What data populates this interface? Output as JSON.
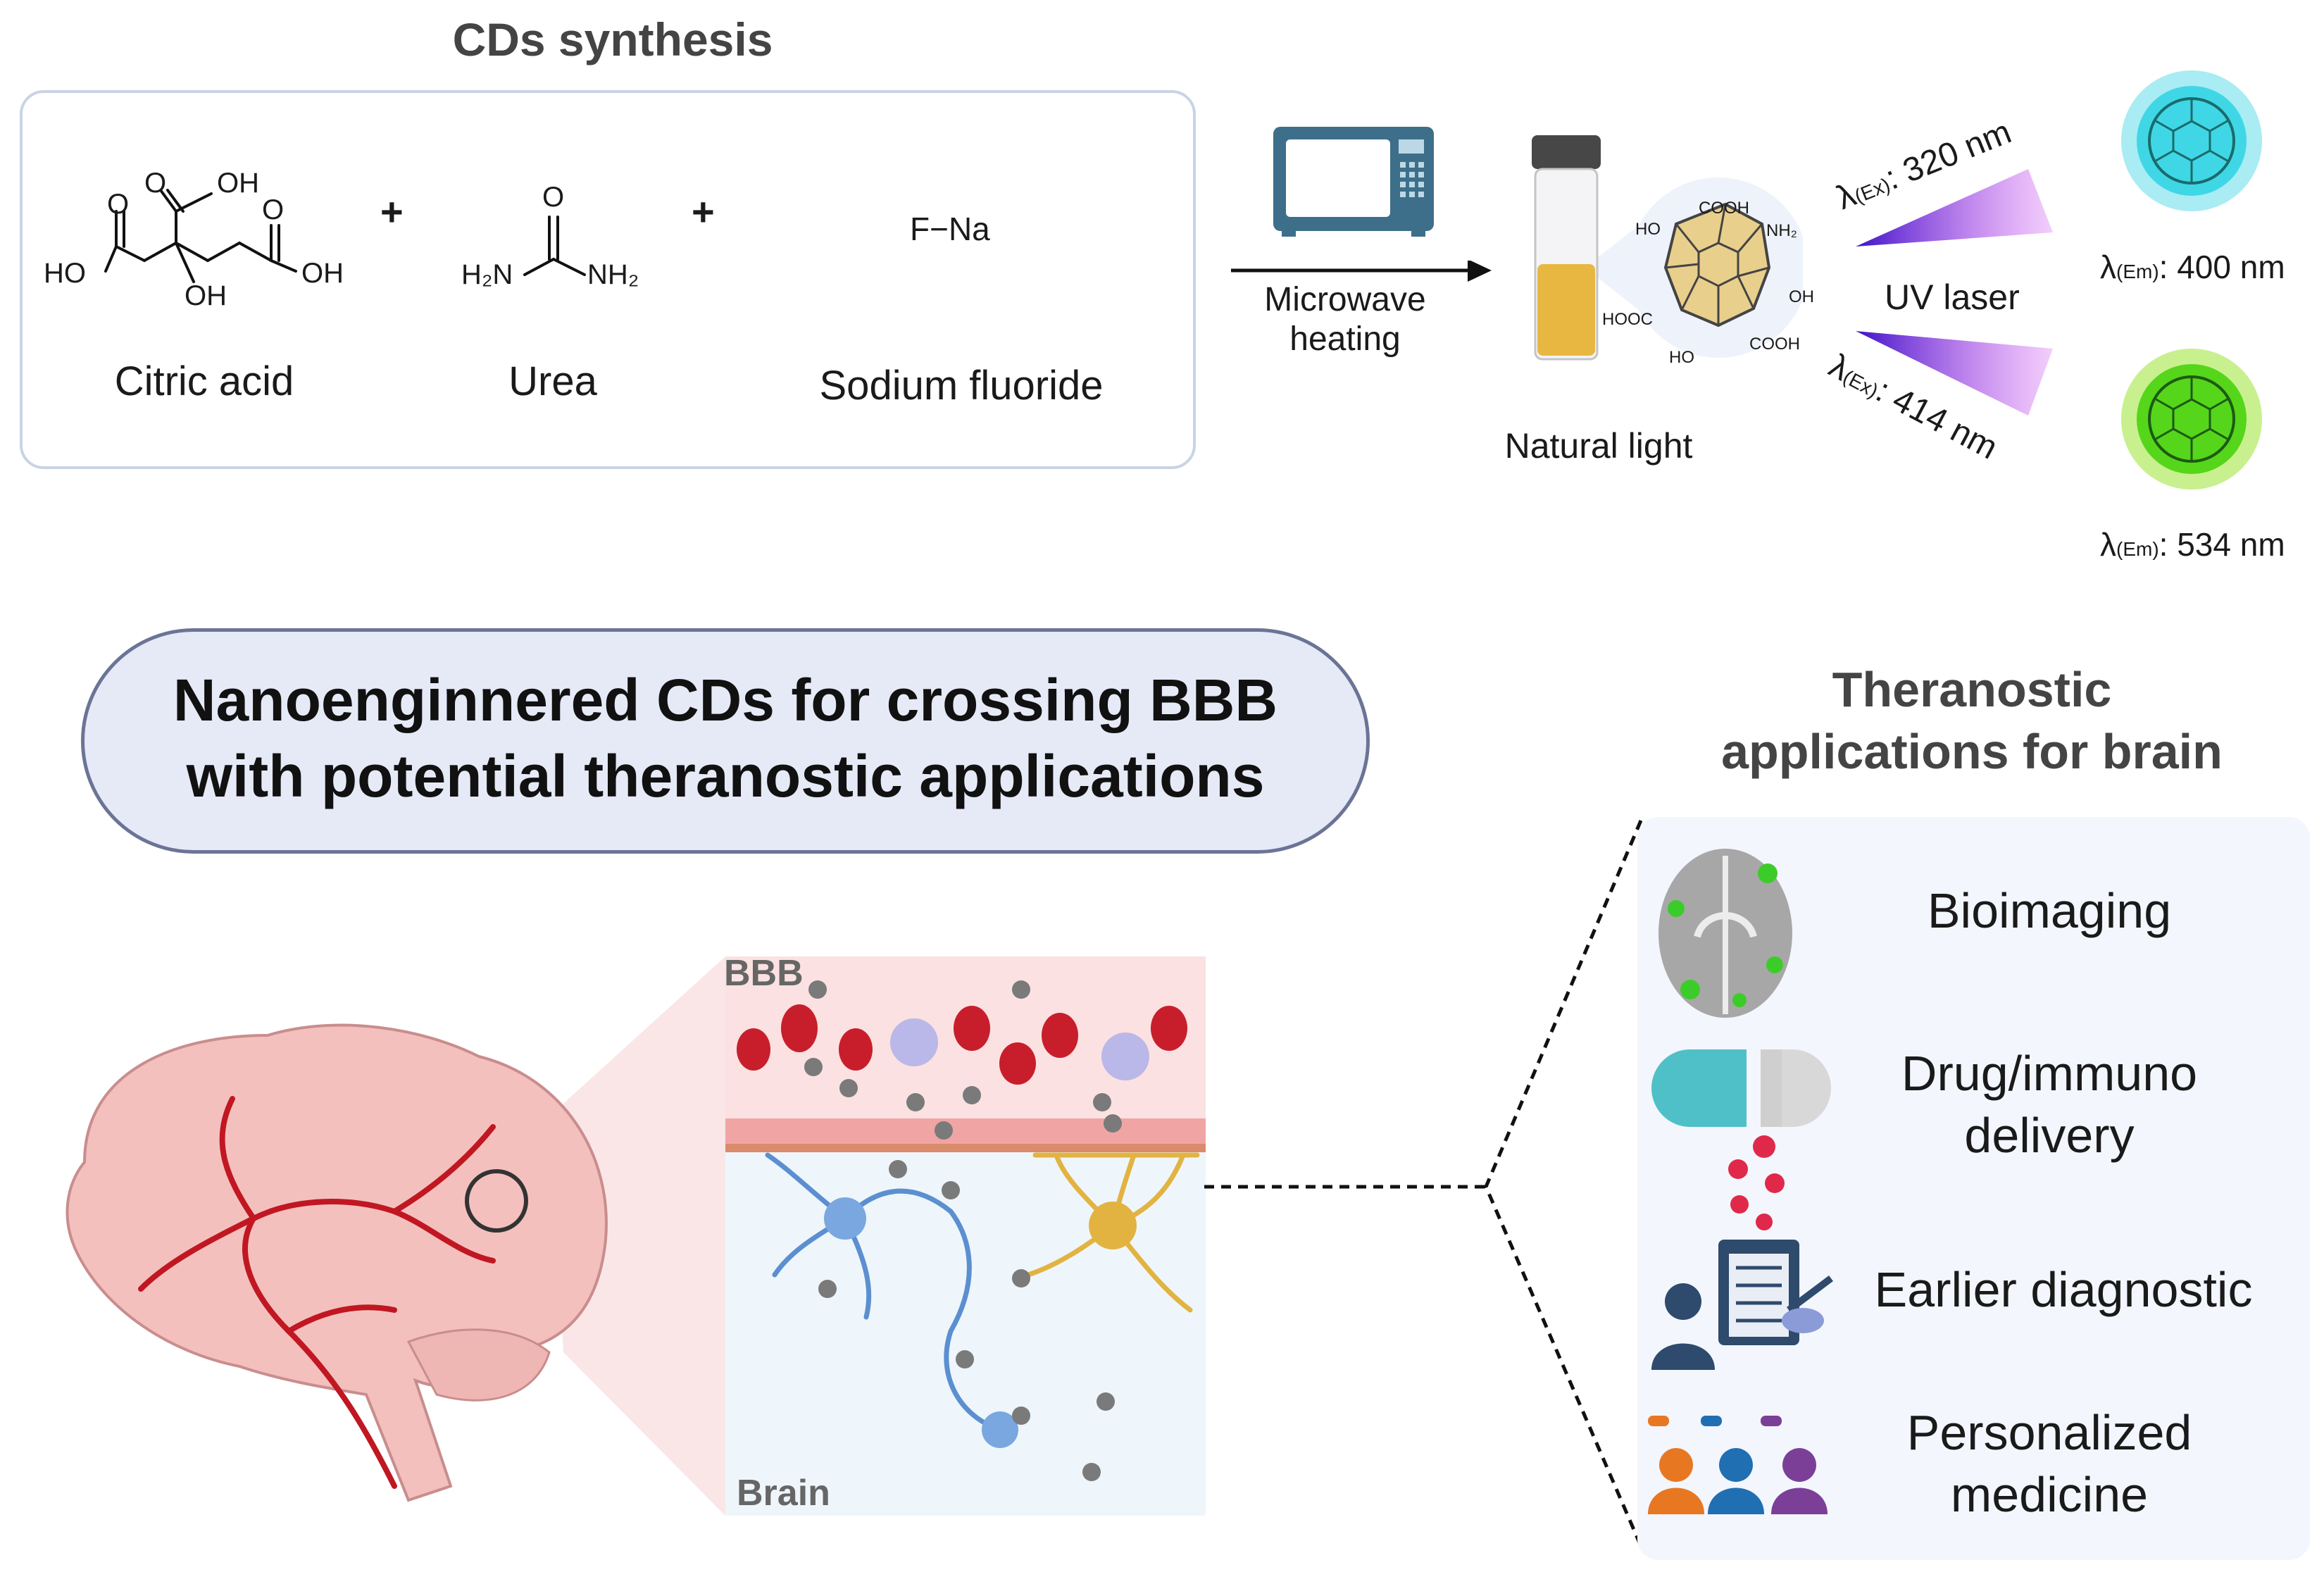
{
  "synthesis": {
    "title": "CDs synthesis",
    "reagents": [
      {
        "name": "Citric acid"
      },
      {
        "name": "Urea"
      },
      {
        "name": "Sodium fluoride"
      }
    ],
    "plus_sign": "+",
    "citric_labels": {
      "o1": "O",
      "oh_top": "OH",
      "o2": "O",
      "o3": "O",
      "ho_left": "HO",
      "oh_mid": "OH",
      "oh_right": "OH"
    },
    "urea_labels": {
      "o": "O",
      "h2n": "H₂N",
      "nh2": "NH₂"
    },
    "naf_formula": "F−Na"
  },
  "process": {
    "heating_line1": "Microwave",
    "heating_line2": "heating",
    "vial_caption": "Natural light",
    "laser_label": "UV laser",
    "excitation_top": {
      "symbol": "λ",
      "sub": "(Ex)",
      "value": ": 320 nm"
    },
    "excitation_bottom": {
      "symbol": "λ",
      "sub": "(Ex)",
      "value": ": 414 nm"
    },
    "emission_top": {
      "symbol": "λ",
      "sub": "(Em)",
      "value": ": 400 nm"
    },
    "emission_bottom": {
      "symbol": "λ",
      "sub": "(Em)",
      "value": ": 534 nm"
    },
    "cd_groups": [
      "COOH",
      "NH₂",
      "OH",
      "COOH",
      "HO",
      "HOOC",
      "HO"
    ]
  },
  "headline": {
    "line1": "Nanoenginnered CDs for crossing BBB",
    "line2": "with potential theranostic applications"
  },
  "bbb_panel": {
    "label_top": "BBB",
    "label_bottom": "Brain"
  },
  "applications": {
    "title_line1": "Theranostic",
    "title_line2": "applications for brain",
    "items": [
      {
        "line1": "Bioimaging",
        "line2": ""
      },
      {
        "line1": "Drug/immuno",
        "line2": "delivery"
      },
      {
        "line1": "Earlier diagnostic",
        "line2": ""
      },
      {
        "line1": "Personalized",
        "line2": "medicine"
      }
    ]
  },
  "colors": {
    "box_border": "#c9d3e6",
    "headline_fill": "#e6eaf7",
    "headline_border": "#6b7496",
    "microwave": "#3d6f8a",
    "cyan_glow": "#3fd7e6",
    "green_glow": "#55d61a",
    "laser": "#5b18e8",
    "vessel": "#c01722",
    "app_bg": "#f3f6fc"
  }
}
